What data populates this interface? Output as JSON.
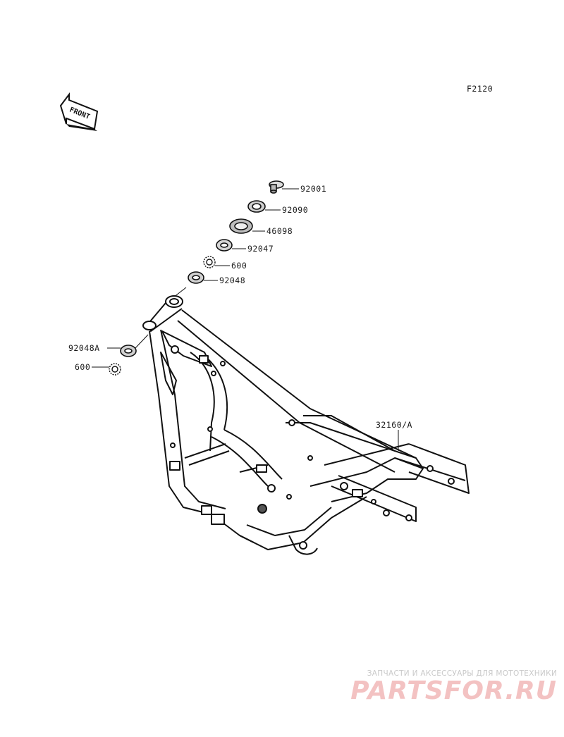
{
  "figure_code": "F2120",
  "front_arrow_text": "FRONT",
  "parts": {
    "p92001": "92001",
    "p92090": "92090",
    "p46098": "46098",
    "p92047": "92047",
    "p600_top": "600",
    "p92048": "92048",
    "p92048A": "92048A",
    "p600_left": "600",
    "p32160": "32160/A"
  },
  "watermark": {
    "tagline": "ЗАПЧАСТИ И АКСЕССУАРЫ ДЛЯ МОТОТЕХНИКИ",
    "brand": "PARTSFOR.RU"
  }
}
